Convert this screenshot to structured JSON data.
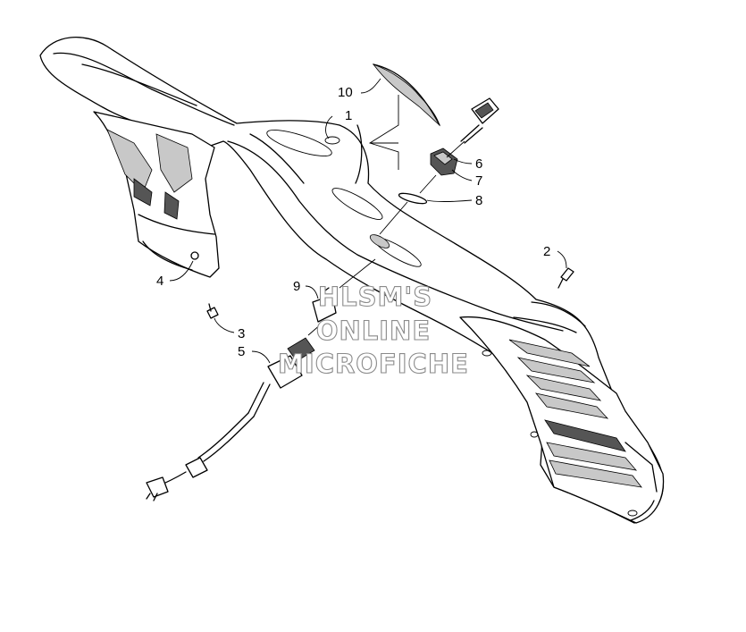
{
  "diagram": {
    "callouts": {
      "c1": "1",
      "c2": "2",
      "c3": "3",
      "c4": "4",
      "c5": "5",
      "c6": "6",
      "c7": "7",
      "c8": "8",
      "c9": "9",
      "c10": "10"
    },
    "watermark": {
      "line1": "HLSM'S",
      "line2": "ONLINE",
      "line3": "MICROFICHE"
    }
  }
}
